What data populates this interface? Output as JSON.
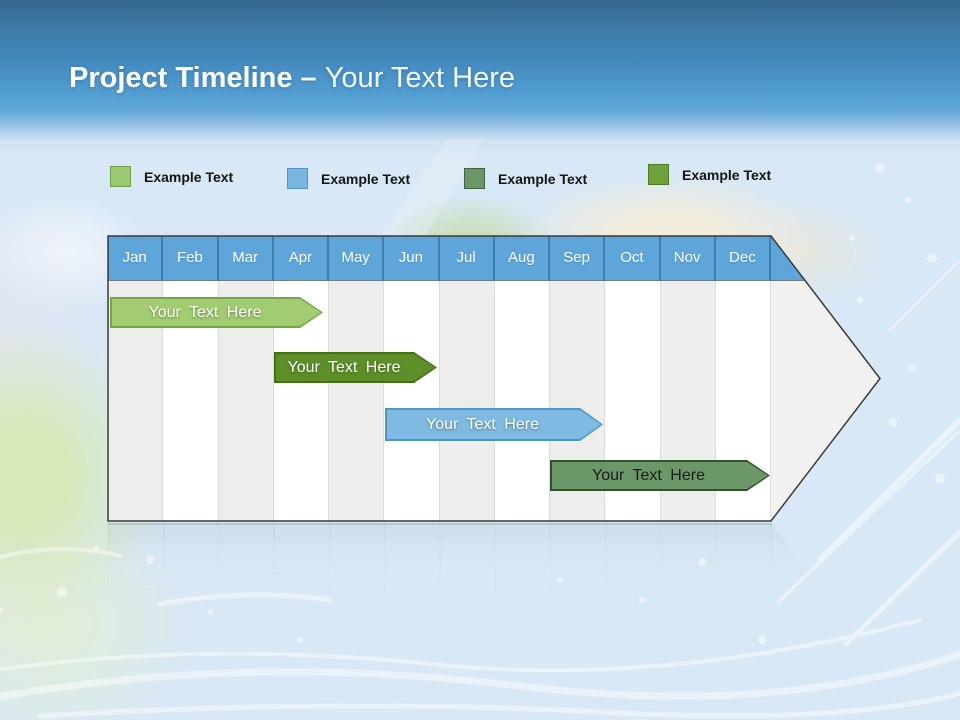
{
  "slide": {
    "title": {
      "main": "Project Timeline",
      "dash": " – ",
      "sub": "Your Text Here"
    }
  },
  "legend": {
    "items": [
      {
        "label": "Example Text",
        "color": "#9CC873",
        "border": "#6F9F43"
      },
      {
        "label": "Example Text",
        "color": "#79B7E0",
        "border": "#4E94C8"
      },
      {
        "label": "Example Text",
        "color": "#6B9668",
        "border": "#466244"
      },
      {
        "label": "Example Text",
        "color": "#6FA03C",
        "border": "#4C7D22"
      }
    ]
  },
  "timeline": {
    "months": [
      "Jan",
      "Feb",
      "Mar",
      "Apr",
      "May",
      "Jun",
      "Jul",
      "Aug",
      "Sep",
      "Oct",
      "Nov",
      "Dec"
    ],
    "header_color": "#5EA6DA",
    "bars": [
      {
        "label": "Your Text Here",
        "fill": "#A2CC71",
        "border": "#74A646",
        "text_color": "#FFFFFF"
      },
      {
        "label": "Your Text Here",
        "fill": "#5D8E28",
        "border": "#447014",
        "text_color": "#FFFFFF"
      },
      {
        "label": "Your Text Here",
        "fill": "#7EBAE2",
        "border": "#4E94C8",
        "text_color": "#FFFFFF"
      },
      {
        "label": "Your Text Here",
        "fill": "#6C9769",
        "border": "#33512F",
        "text_color": "#1B1B1B"
      }
    ]
  },
  "chart_data": {
    "type": "bar",
    "subtype": "timeline-gantt-arrow",
    "title": "Project Timeline – Your Text Here",
    "categories": [
      "Jan",
      "Feb",
      "Mar",
      "Apr",
      "May",
      "Jun",
      "Jul",
      "Aug",
      "Sep",
      "Oct",
      "Nov",
      "Dec"
    ],
    "series": [
      {
        "name": "Your Text Here",
        "row": 1,
        "start": "Jan",
        "end": "mid-Apr",
        "color": "#A2CC71"
      },
      {
        "name": "Your Text Here",
        "row": 2,
        "start": "Apr",
        "end": "mid-Jun",
        "color": "#5D8E28"
      },
      {
        "name": "Your Text Here",
        "row": 3,
        "start": "Jun",
        "end": "mid-Sep",
        "color": "#7EBAE2"
      },
      {
        "name": "Your Text Here",
        "row": 4,
        "start": "Sep",
        "end": "Dec",
        "color": "#6C9769"
      }
    ],
    "legend_entries": [
      "Example Text",
      "Example Text",
      "Example Text",
      "Example Text"
    ],
    "legend_position": "top",
    "grid": "vertical-month-columns",
    "axis": "months Jan-Dec as column headers"
  }
}
